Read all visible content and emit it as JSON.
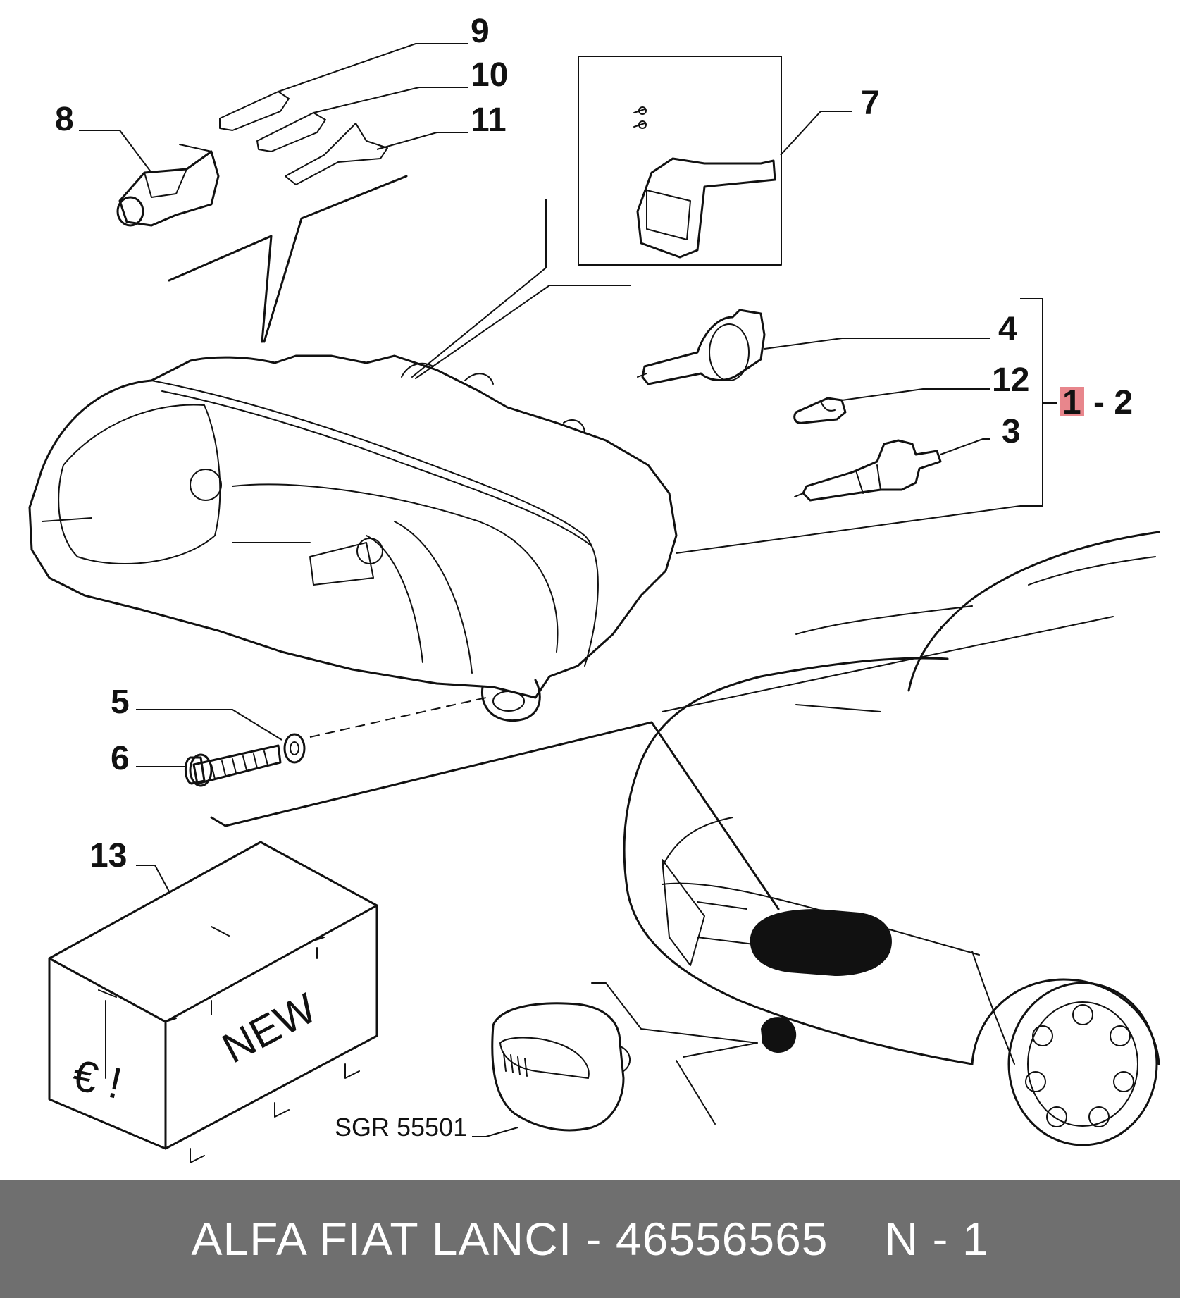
{
  "callouts": {
    "c1": "1",
    "c1_suffix": "- 2",
    "c2": "2",
    "c3": "3",
    "c4": "4",
    "c5": "5",
    "c6": "6",
    "c7": "7",
    "c8": "8",
    "c9": "9",
    "c10": "10",
    "c11": "11",
    "c12": "12",
    "c13": "13"
  },
  "box_text": {
    "new": "NEW",
    "euro": "€ !"
  },
  "ref_code": "SGR 55501",
  "footer": {
    "brand": "ALFA FIAT LANCI",
    "separator": " - ",
    "part_number": "46556565",
    "note": "N - 1"
  },
  "colors": {
    "footer_bg": "#6f6f6f",
    "highlight": "#e8868c",
    "ink": "#111111"
  }
}
